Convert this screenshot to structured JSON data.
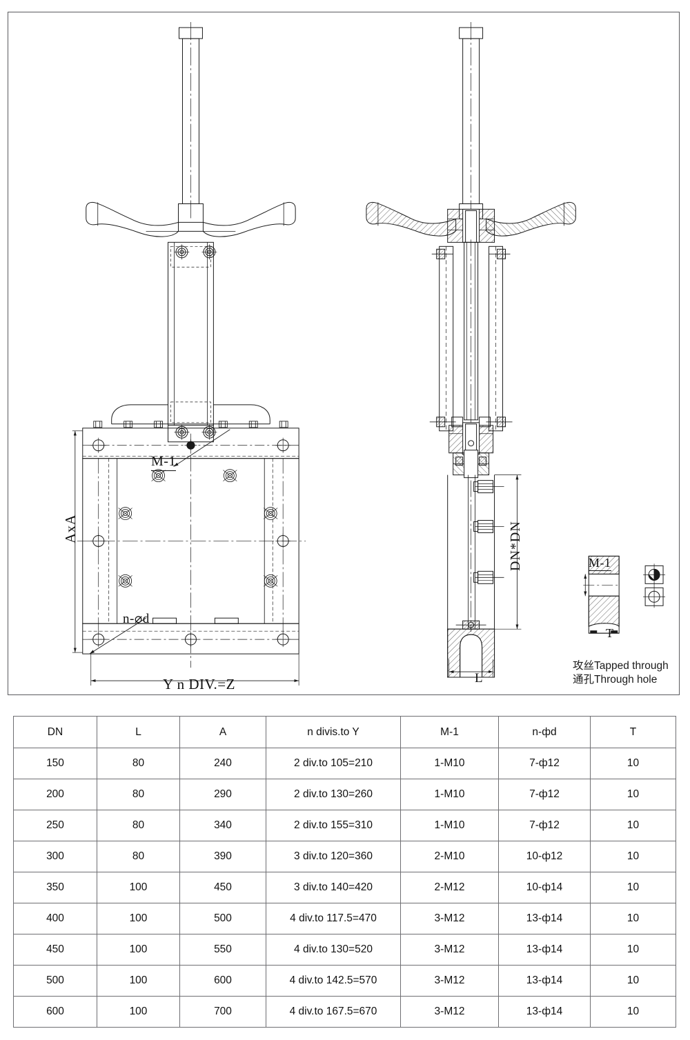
{
  "drawing": {
    "title": "Knife gate valve assembly drawing",
    "labels": {
      "axa": "AxA",
      "y_n_div": "Y n DIV.=Z",
      "m1_callout": "M-1",
      "n_phi_d_callout": "n-⌀d",
      "dn_dn": "DN*DN",
      "l_dim": "L",
      "m1_detail": "M-1",
      "t_detail": "T"
    },
    "legend": {
      "tapped_through": "攻丝Tapped through",
      "through_hole": "通孔Through hole",
      "symbols": [
        {
          "name": "tapped-through-symbol",
          "filled": true
        },
        {
          "name": "through-hole-symbol",
          "filled": false
        }
      ]
    }
  },
  "table": {
    "headers": [
      "DN",
      "L",
      "A",
      "n divis.to Y",
      "M-1",
      "n-фd",
      "T"
    ],
    "rows": [
      [
        "150",
        "80",
        "240",
        "2 div.to 105=210",
        "1-M10",
        "7-ф12",
        "10"
      ],
      [
        "200",
        "80",
        "290",
        "2 div.to 130=260",
        "1-M10",
        "7-ф12",
        "10"
      ],
      [
        "250",
        "80",
        "340",
        "2 div.to 155=310",
        "1-M10",
        "7-ф12",
        "10"
      ],
      [
        "300",
        "80",
        "390",
        "3 div.to 120=360",
        "2-M10",
        "10-ф12",
        "10"
      ],
      [
        "350",
        "100",
        "450",
        "3 div.to 140=420",
        "2-M12",
        "10-ф14",
        "10"
      ],
      [
        "400",
        "100",
        "500",
        "4 div.to 117.5=470",
        "3-M12",
        "13-ф14",
        "10"
      ],
      [
        "450",
        "100",
        "550",
        "4 div.to 130=520",
        "3-M12",
        "13-ф14",
        "10"
      ],
      [
        "500",
        "100",
        "600",
        "4 div.to 142.5=570",
        "3-M12",
        "13-ф14",
        "10"
      ],
      [
        "600",
        "100",
        "700",
        "4 div.to 167.5=670",
        "3-M12",
        "13-ф14",
        "10"
      ]
    ]
  },
  "colors": {
    "line": "#1a1a1a",
    "frame": "#5a5a5e",
    "grid": "#6e6e72",
    "background": "#ffffff"
  }
}
